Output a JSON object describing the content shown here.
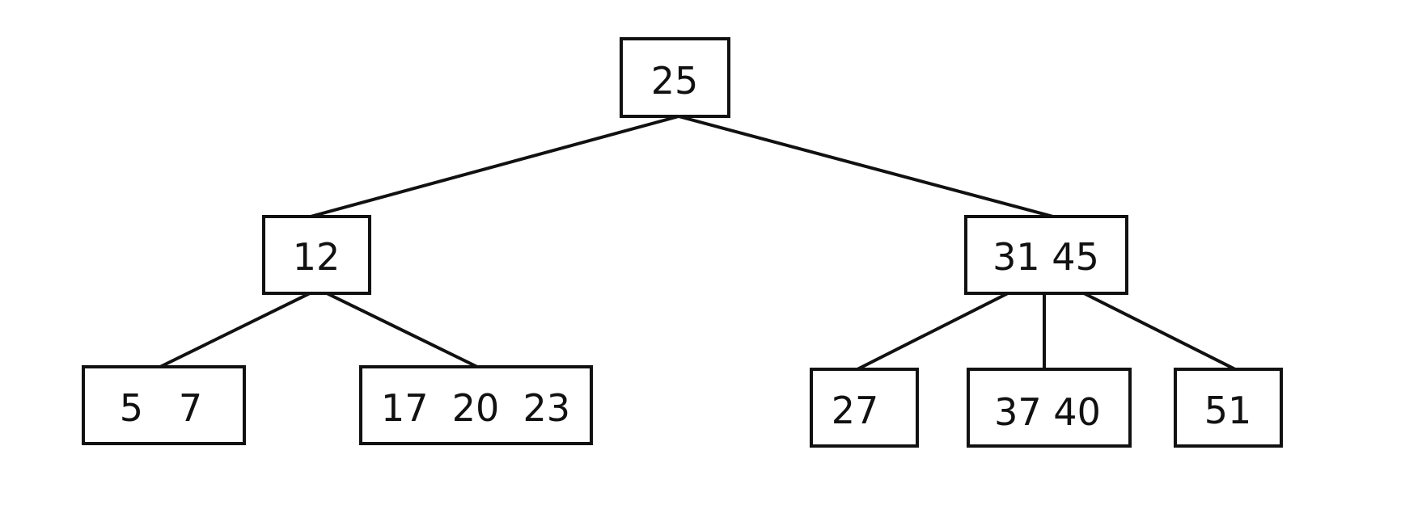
{
  "tree": {
    "root": {
      "label": "25"
    },
    "left": {
      "label": "12"
    },
    "right": {
      "label": "31 45"
    },
    "leaves": [
      {
        "label": "5   7"
      },
      {
        "label": "17  20  23"
      },
      {
        "label": "27"
      },
      {
        "label": "37 40"
      },
      {
        "label": "51"
      }
    ]
  }
}
